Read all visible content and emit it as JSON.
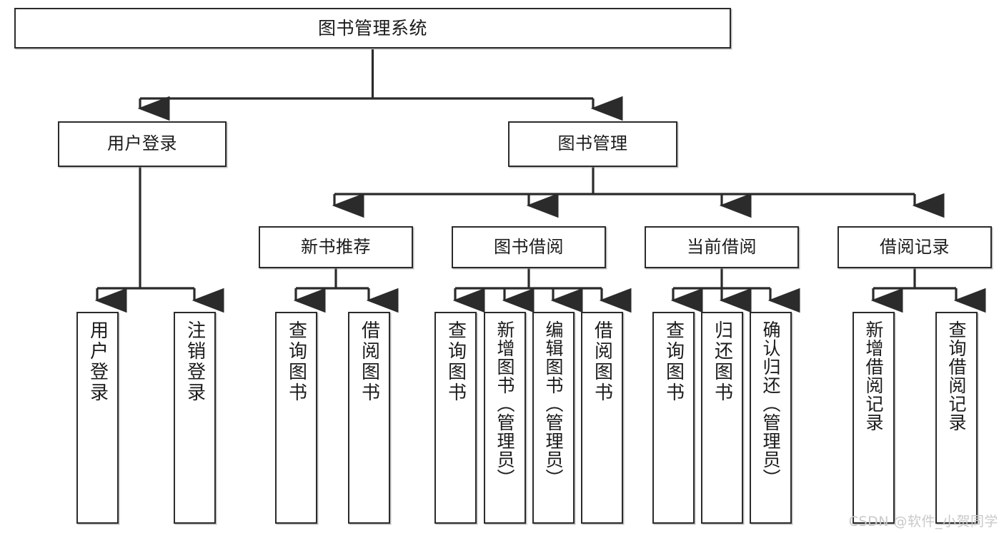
{
  "diagram": {
    "title": "图书管理系统",
    "type": "tree-hierarchy-chart",
    "colors": {
      "box_border": "#2b2b2b",
      "box_fill": "#ffffff",
      "edge": "#2b2b2b",
      "text": "#1b1b1b",
      "watermark": "#c9c9c9",
      "background": "#ffffff"
    },
    "root": {
      "label": "图书管理系统"
    },
    "level2": [
      {
        "label": "用户登录"
      },
      {
        "label": "图书管理"
      }
    ],
    "level3": [
      {
        "label": "新书推荐"
      },
      {
        "label": "图书借阅"
      },
      {
        "label": "当前借阅"
      },
      {
        "label": "借阅记录"
      }
    ],
    "leaves": {
      "user_login": [
        {
          "label": "用户登录"
        },
        {
          "label": "注销登录"
        }
      ],
      "new_book_recommend": [
        {
          "label": "查询图书"
        },
        {
          "label": "借阅图书"
        }
      ],
      "book_borrow": [
        {
          "label": "查询图书"
        },
        {
          "label": "新增图书（管理员）"
        },
        {
          "label": "编辑图书（管理员）"
        },
        {
          "label": "借阅图书"
        }
      ],
      "current_borrow": [
        {
          "label": "查询图书"
        },
        {
          "label": "归还图书"
        },
        {
          "label": "确认归还（管理员）"
        }
      ],
      "borrow_records": [
        {
          "label": "新增借阅记录"
        },
        {
          "label": "查询借阅记录"
        }
      ]
    }
  },
  "watermark": {
    "text": "CSDN @软件_小贺同学"
  }
}
